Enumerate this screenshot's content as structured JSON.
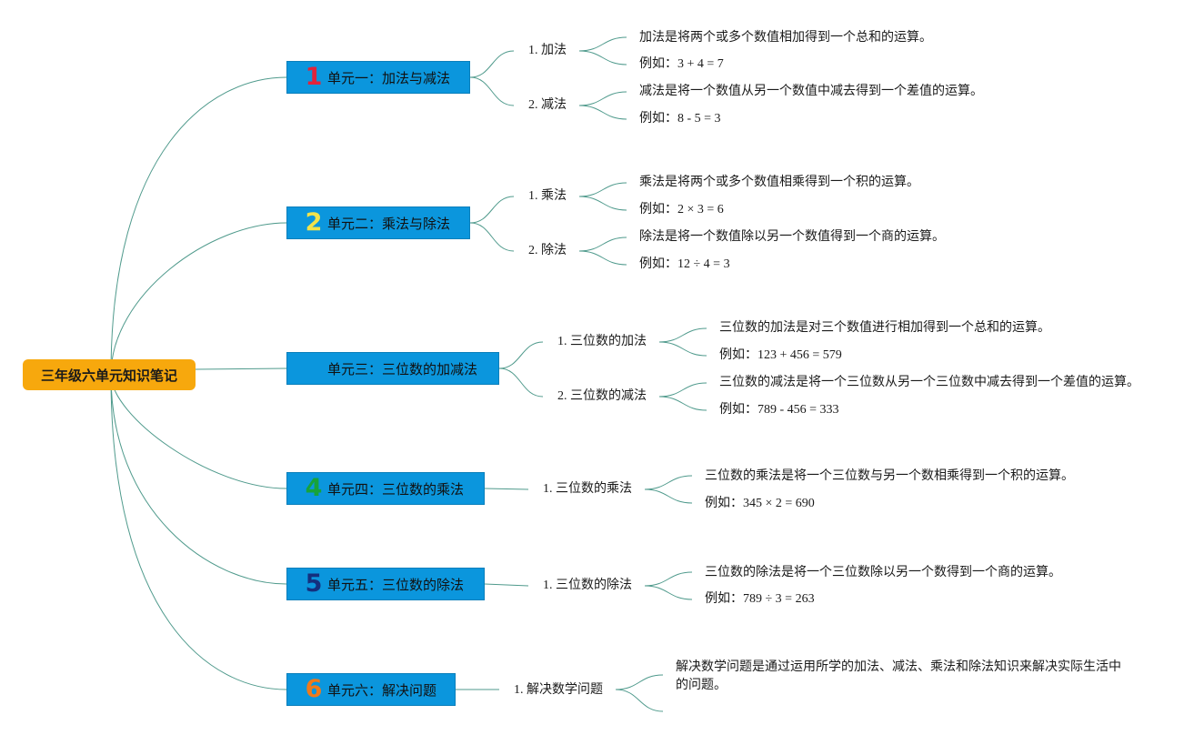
{
  "root": {
    "title": "三年级六单元知识笔记"
  },
  "units": [
    {
      "num": "1",
      "num_color": "#e0243c",
      "label": "单元一：加法与减法",
      "topics": [
        {
          "label": "1. 加法",
          "leaves": [
            "加法是将两个或多个数值相加得到一个总和的运算。",
            "例如：3 + 4 = 7"
          ]
        },
        {
          "label": "2. 减法",
          "leaves": [
            "减法是将一个数值从另一个数值中减去得到一个差值的运算。",
            "例如：8 - 5 = 3"
          ]
        }
      ]
    },
    {
      "num": "2",
      "num_color": "#f2e34a",
      "label": "单元二：乘法与除法",
      "topics": [
        {
          "label": "1. 乘法",
          "leaves": [
            "乘法是将两个或多个数值相乘得到一个积的运算。",
            "例如：2 × 3 = 6"
          ]
        },
        {
          "label": "2. 除法",
          "leaves": [
            "除法是将一个数值除以另一个数值得到一个商的运算。",
            "例如：12 ÷ 4 = 3"
          ]
        }
      ]
    },
    {
      "num": "",
      "num_color": "#0b96dd",
      "label": "单元三：三位数的加减法",
      "topics": [
        {
          "label": "1. 三位数的加法",
          "leaves": [
            "三位数的加法是对三个数值进行相加得到一个总和的运算。",
            "例如：123 + 456 = 579"
          ]
        },
        {
          "label": "2. 三位数的减法",
          "leaves": [
            "三位数的减法是将一个三位数从另一个三位数中减去得到一个差值的运算。",
            "例如：789 - 456 = 333"
          ]
        }
      ]
    },
    {
      "num": "4",
      "num_color": "#17a33a",
      "label": "单元四：三位数的乘法",
      "topics": [
        {
          "label": "1. 三位数的乘法",
          "leaves": [
            "三位数的乘法是将一个三位数与另一个数相乘得到一个积的运算。",
            "例如：345 × 2 = 690"
          ]
        }
      ]
    },
    {
      "num": "5",
      "num_color": "#14307e",
      "label": "单元五：三位数的除法",
      "topics": [
        {
          "label": "1. 三位数的除法",
          "leaves": [
            "三位数的除法是将一个三位数除以另一个数得到一个商的运算。",
            "例如：789 ÷ 3 = 263"
          ]
        }
      ]
    },
    {
      "num": "6",
      "num_color": "#f07a1a",
      "label": "单元六：解决问题",
      "topics": [
        {
          "label": "1. 解决数学问题",
          "leaves": [
            "解决数学问题是通过运用所学的加法、减法、乘法和除法知识来解决实际生活中的问题。"
          ]
        }
      ]
    }
  ]
}
